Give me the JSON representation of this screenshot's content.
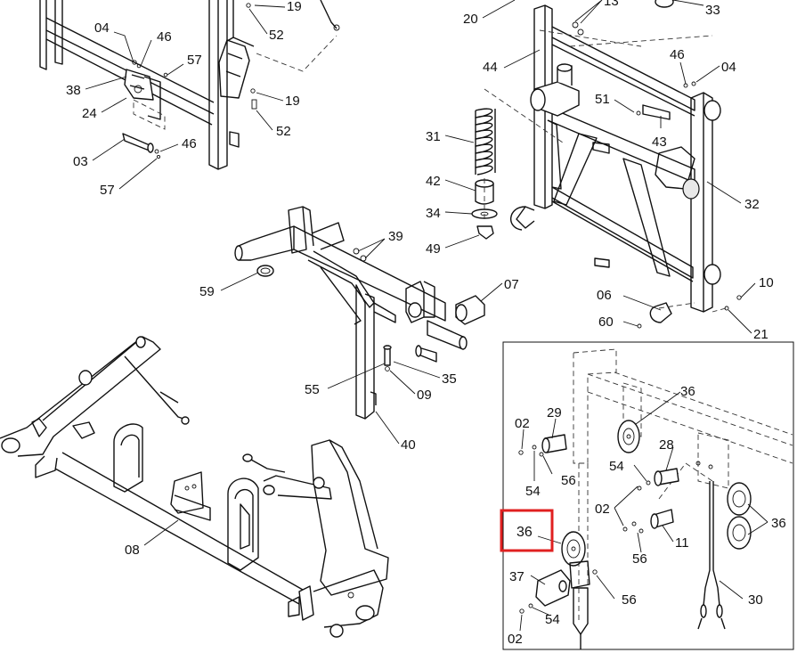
{
  "callouts": [
    {
      "id": "c04a",
      "text": "04"
    },
    {
      "id": "c46a",
      "text": "46"
    },
    {
      "id": "c57a",
      "text": "57"
    },
    {
      "id": "c38",
      "text": "38"
    },
    {
      "id": "c24",
      "text": "24"
    },
    {
      "id": "c03",
      "text": "03"
    },
    {
      "id": "c46b",
      "text": "46"
    },
    {
      "id": "c57b",
      "text": "57"
    },
    {
      "id": "c19a",
      "text": "19"
    },
    {
      "id": "c52a",
      "text": "52"
    },
    {
      "id": "c19b",
      "text": "19"
    },
    {
      "id": "c52b",
      "text": "52"
    },
    {
      "id": "c20",
      "text": "20"
    },
    {
      "id": "c13",
      "text": "13"
    },
    {
      "id": "c33",
      "text": "33"
    },
    {
      "id": "c44",
      "text": "44"
    },
    {
      "id": "c46c",
      "text": "46"
    },
    {
      "id": "c04b",
      "text": "04"
    },
    {
      "id": "c51",
      "text": "51"
    },
    {
      "id": "c43",
      "text": "43"
    },
    {
      "id": "c31",
      "text": "31"
    },
    {
      "id": "c42",
      "text": "42"
    },
    {
      "id": "c34",
      "text": "34"
    },
    {
      "id": "c49",
      "text": "49"
    },
    {
      "id": "c32",
      "text": "32"
    },
    {
      "id": "c39",
      "text": "39"
    },
    {
      "id": "c59",
      "text": "59"
    },
    {
      "id": "c07",
      "text": "07"
    },
    {
      "id": "c06",
      "text": "06"
    },
    {
      "id": "c10",
      "text": "10"
    },
    {
      "id": "c60",
      "text": "60"
    },
    {
      "id": "c21",
      "text": "21"
    },
    {
      "id": "c55",
      "text": "55"
    },
    {
      "id": "c35",
      "text": "35"
    },
    {
      "id": "c09",
      "text": "09"
    },
    {
      "id": "c40",
      "text": "40"
    },
    {
      "id": "c08",
      "text": "08"
    },
    {
      "id": "c36a",
      "text": "36"
    },
    {
      "id": "c02a",
      "text": "02"
    },
    {
      "id": "c29",
      "text": "29"
    },
    {
      "id": "c28",
      "text": "28"
    },
    {
      "id": "c54a",
      "text": "54"
    },
    {
      "id": "c56a",
      "text": "56"
    },
    {
      "id": "c54b",
      "text": "54"
    },
    {
      "id": "c02b",
      "text": "02"
    },
    {
      "id": "c11",
      "text": "11"
    },
    {
      "id": "c56b",
      "text": "56"
    },
    {
      "id": "c36b",
      "text": "36"
    },
    {
      "id": "c36c",
      "text": "36"
    },
    {
      "id": "c37",
      "text": "37"
    },
    {
      "id": "c56c",
      "text": "56"
    },
    {
      "id": "c30",
      "text": "30"
    },
    {
      "id": "c54c",
      "text": "54"
    },
    {
      "id": "c02c",
      "text": "02"
    }
  ],
  "highlight": {
    "label": "36",
    "color": "#e02020"
  }
}
